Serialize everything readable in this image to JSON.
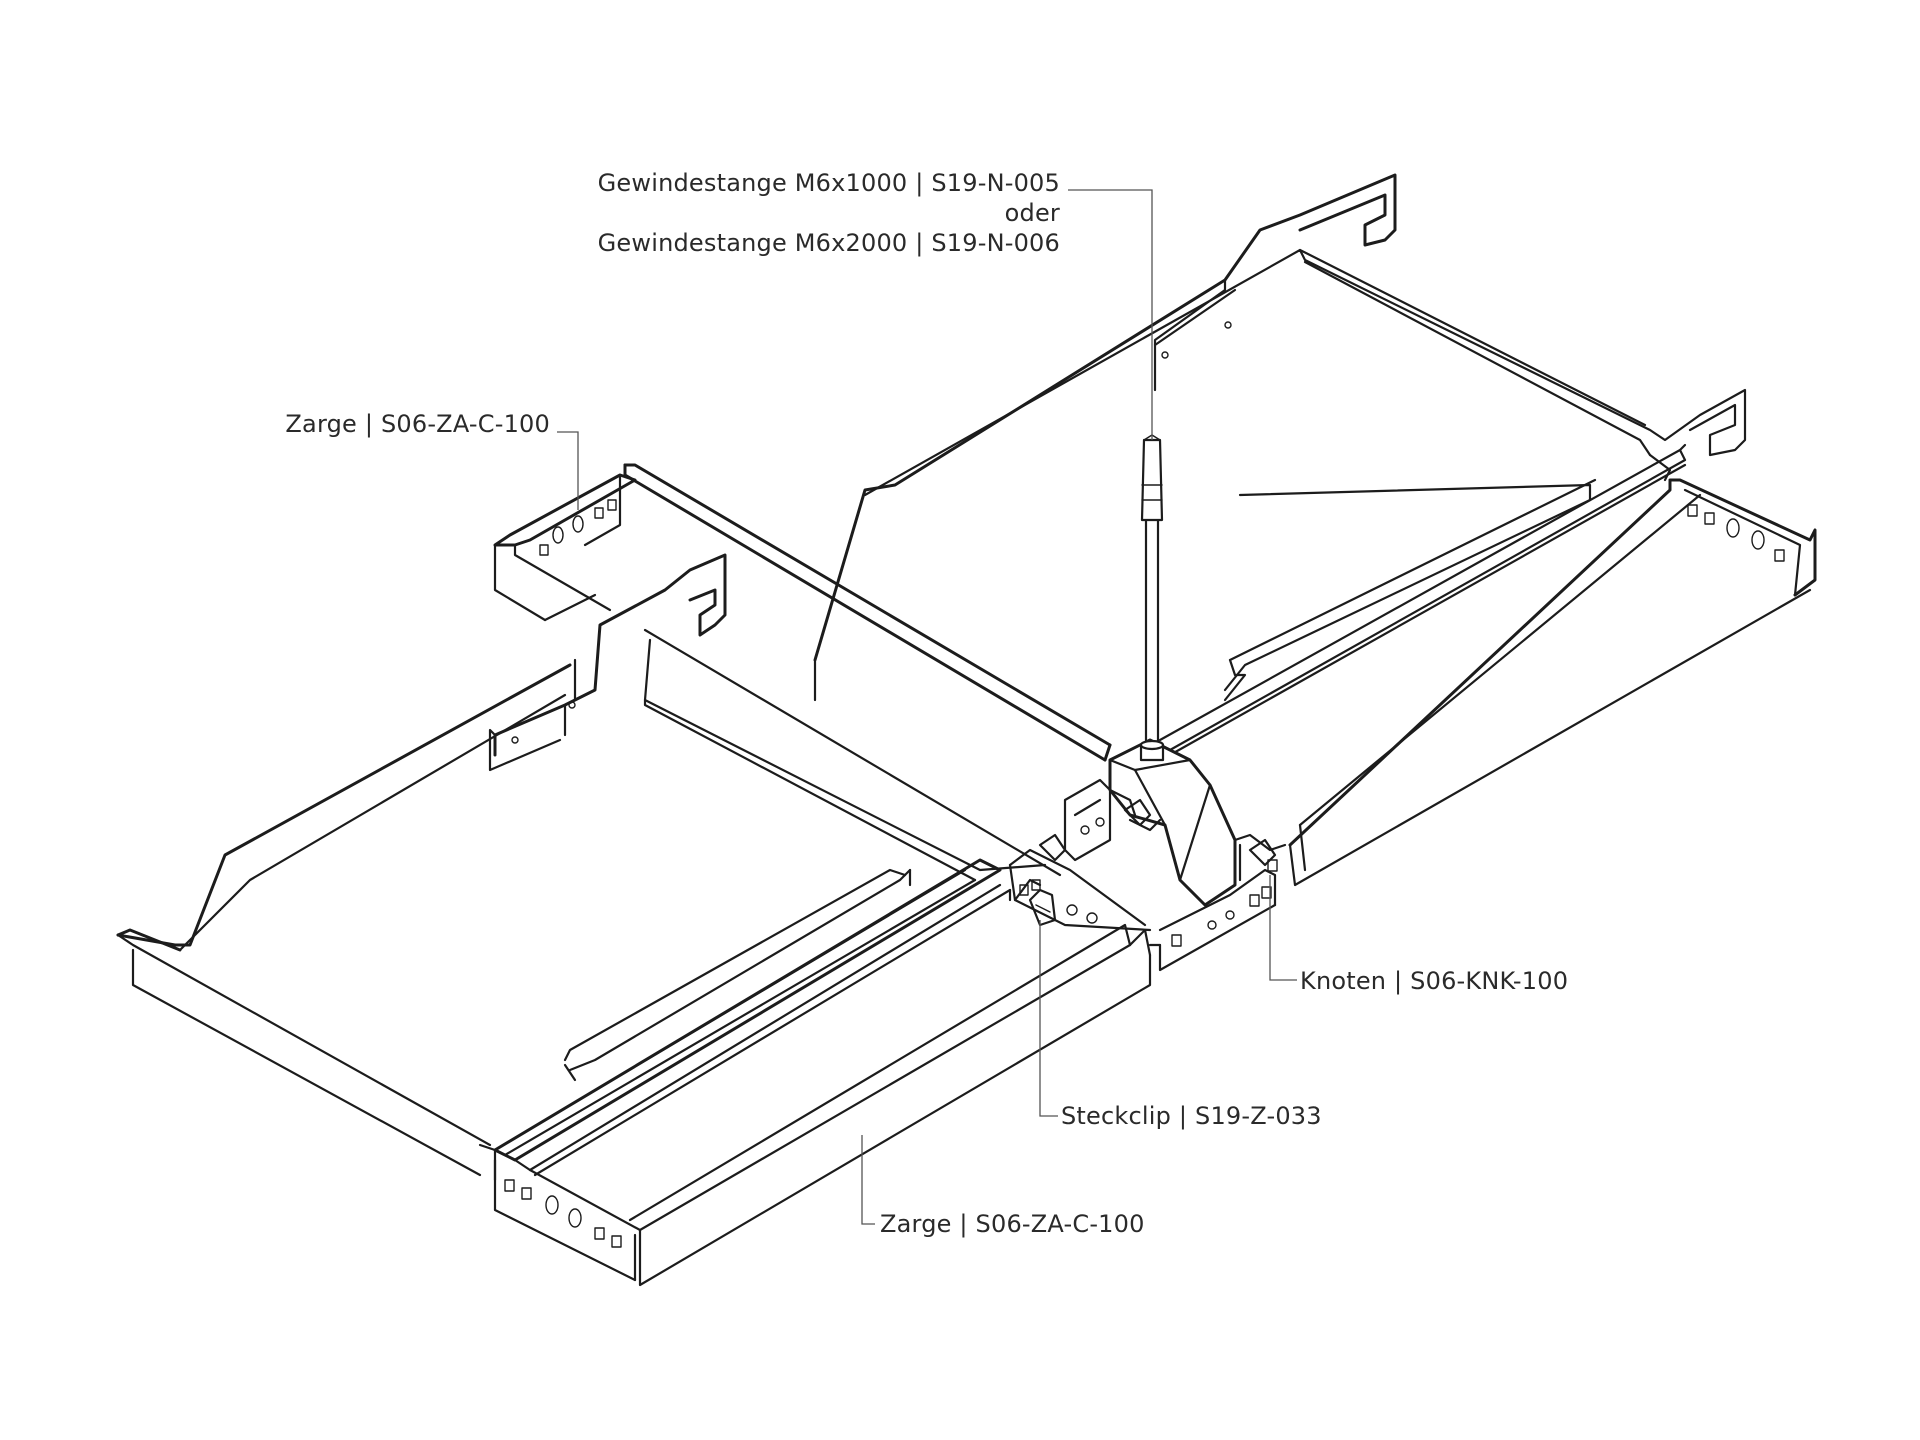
{
  "callouts": {
    "rod_line1": "Gewindestange M6x1000 | S19-N-005",
    "rod_line2": "oder",
    "rod_line3": "Gewindestange M6x2000 | S19-N-006",
    "zarge_top": "Zarge | S06-ZA-C-100",
    "knoten": "Knoten | S06-KNK-100",
    "steckclip": "Steckclip | S19-Z-033",
    "zarge_bottom": "Zarge | S06-ZA-C-100"
  },
  "colors": {
    "line": "#1c1c1c",
    "leader": "#555555",
    "text": "#2a2a2a",
    "background": "#ffffff"
  }
}
